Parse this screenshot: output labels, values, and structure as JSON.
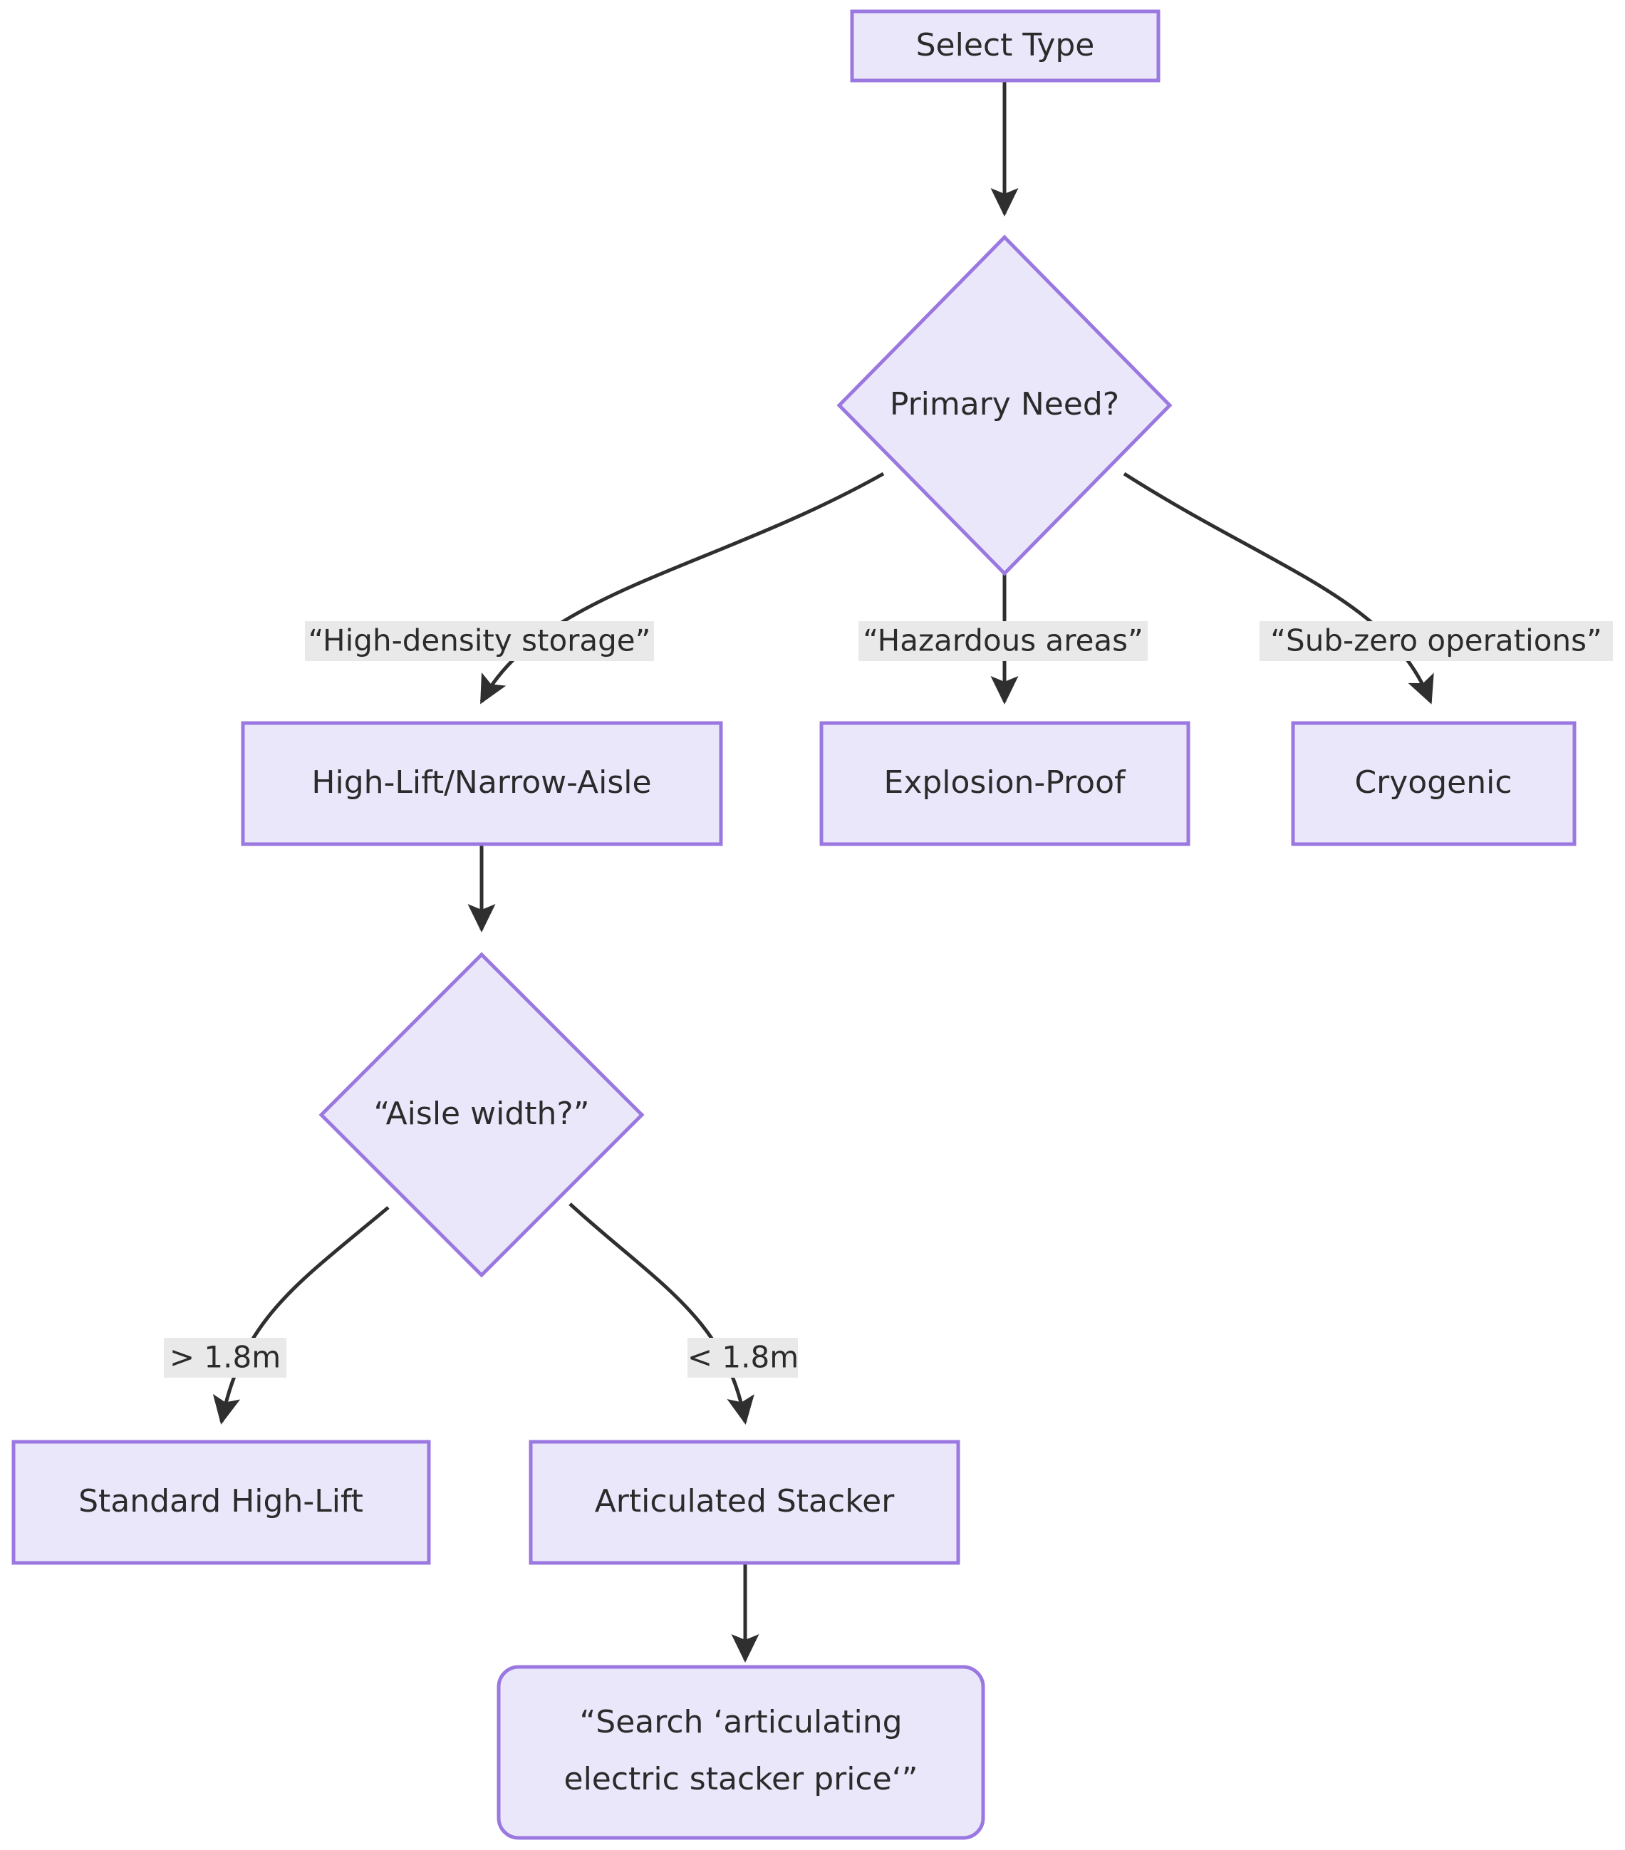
{
  "diagram": {
    "type": "flowchart",
    "direction": "top-down",
    "background_color": "#ffffff",
    "node_fill_color": "#ebe7fb",
    "node_border_color": "#9a78e0",
    "node_text_color": "#2b2b2b",
    "edge_color": "#2f2f2f",
    "edge_label_background": "#e9e9e9",
    "nodes": [
      {
        "id": "select_type",
        "label": "Select Type",
        "shape": "rectangle"
      },
      {
        "id": "primary_need",
        "label": "Primary Need?",
        "shape": "diamond"
      },
      {
        "id": "high_lift",
        "label": "High-Lift/Narrow-Aisle",
        "shape": "rectangle"
      },
      {
        "id": "explosion_proof",
        "label": "Explosion-Proof",
        "shape": "rectangle"
      },
      {
        "id": "cryogenic",
        "label": "Cryogenic",
        "shape": "rectangle"
      },
      {
        "id": "aisle_width",
        "label": "“Aisle width?”",
        "shape": "diamond"
      },
      {
        "id": "standard_high_lift",
        "label": "Standard High-Lift",
        "shape": "rectangle"
      },
      {
        "id": "articulated",
        "label": "Articulated Stacker",
        "shape": "rectangle"
      },
      {
        "id": "search_action",
        "label_line1": "“Search ‘articulating",
        "label_line2": "electric stacker price‘”",
        "shape": "rounded-rectangle"
      }
    ],
    "edges": [
      {
        "from": "select_type",
        "to": "primary_need",
        "label": ""
      },
      {
        "from": "primary_need",
        "to": "high_lift",
        "label": "“High-density storage”"
      },
      {
        "from": "primary_need",
        "to": "explosion_proof",
        "label": "“Hazardous areas”"
      },
      {
        "from": "primary_need",
        "to": "cryogenic",
        "label": "“Sub-zero operations”"
      },
      {
        "from": "high_lift",
        "to": "aisle_width",
        "label": ""
      },
      {
        "from": "aisle_width",
        "to": "standard_high_lift",
        "label": "> 1.8m"
      },
      {
        "from": "aisle_width",
        "to": "articulated",
        "label": "< 1.8m"
      },
      {
        "from": "articulated",
        "to": "search_action",
        "label": ""
      }
    ]
  }
}
